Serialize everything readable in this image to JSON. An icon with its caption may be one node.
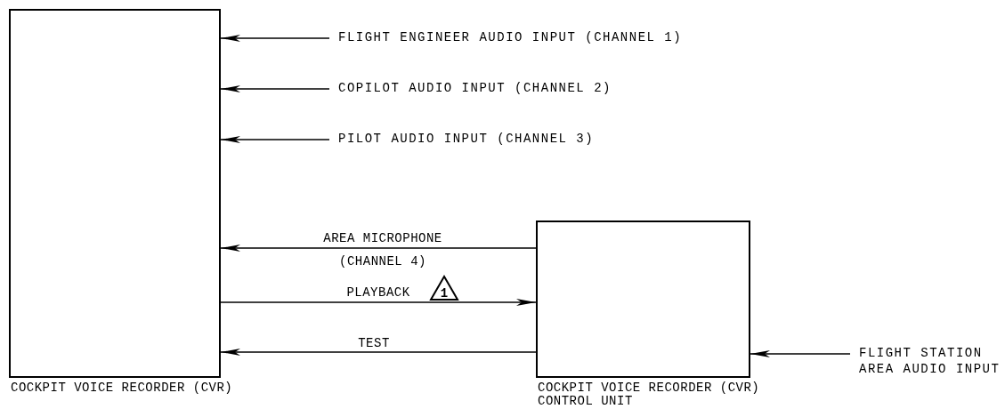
{
  "diagram": {
    "nodes": [
      {
        "text": [
          "COCKPIT VOICE RECORDER (CVR)"
        ]
      },
      {
        "text": [
          "COCKPIT VOICE RECORDER (CVR) CONTROL UNIT"
        ]
      },
      {
        "text": [
          "FLIGHT ENGINEER AUDIO INPUT (CHANNEL 1)"
        ]
      },
      {
        "text": [
          "COPILOT AUDIO INPUT (CHANNEL 2)"
        ]
      },
      {
        "text": [
          "PILOT AUDIO INPUT (CHANNEL 3)"
        ]
      },
      {
        "text": [
          "FLIGHT STATION AREA AUDIO INPUT"
        ]
      }
    ],
    "edges": [
      {
        "from": 2,
        "to": 0,
        "arrow": "to"
      },
      {
        "from": 3,
        "to": 0,
        "arrow": "to"
      },
      {
        "from": 4,
        "to": 0,
        "arrow": "to"
      },
      {
        "from": 1,
        "to": 0,
        "arrow": "to",
        "label": "AREA MICROPHONE (CHANNEL 4)"
      },
      {
        "from": 0,
        "to": 1,
        "arrow": "to",
        "label": "PLAYBACK"
      },
      {
        "from": 1,
        "to": 0,
        "arrow": "to",
        "label": "TEST"
      },
      {
        "from": 5,
        "to": 1,
        "arrow": "to"
      }
    ],
    "labels": [
      "1"
    ]
  }
}
